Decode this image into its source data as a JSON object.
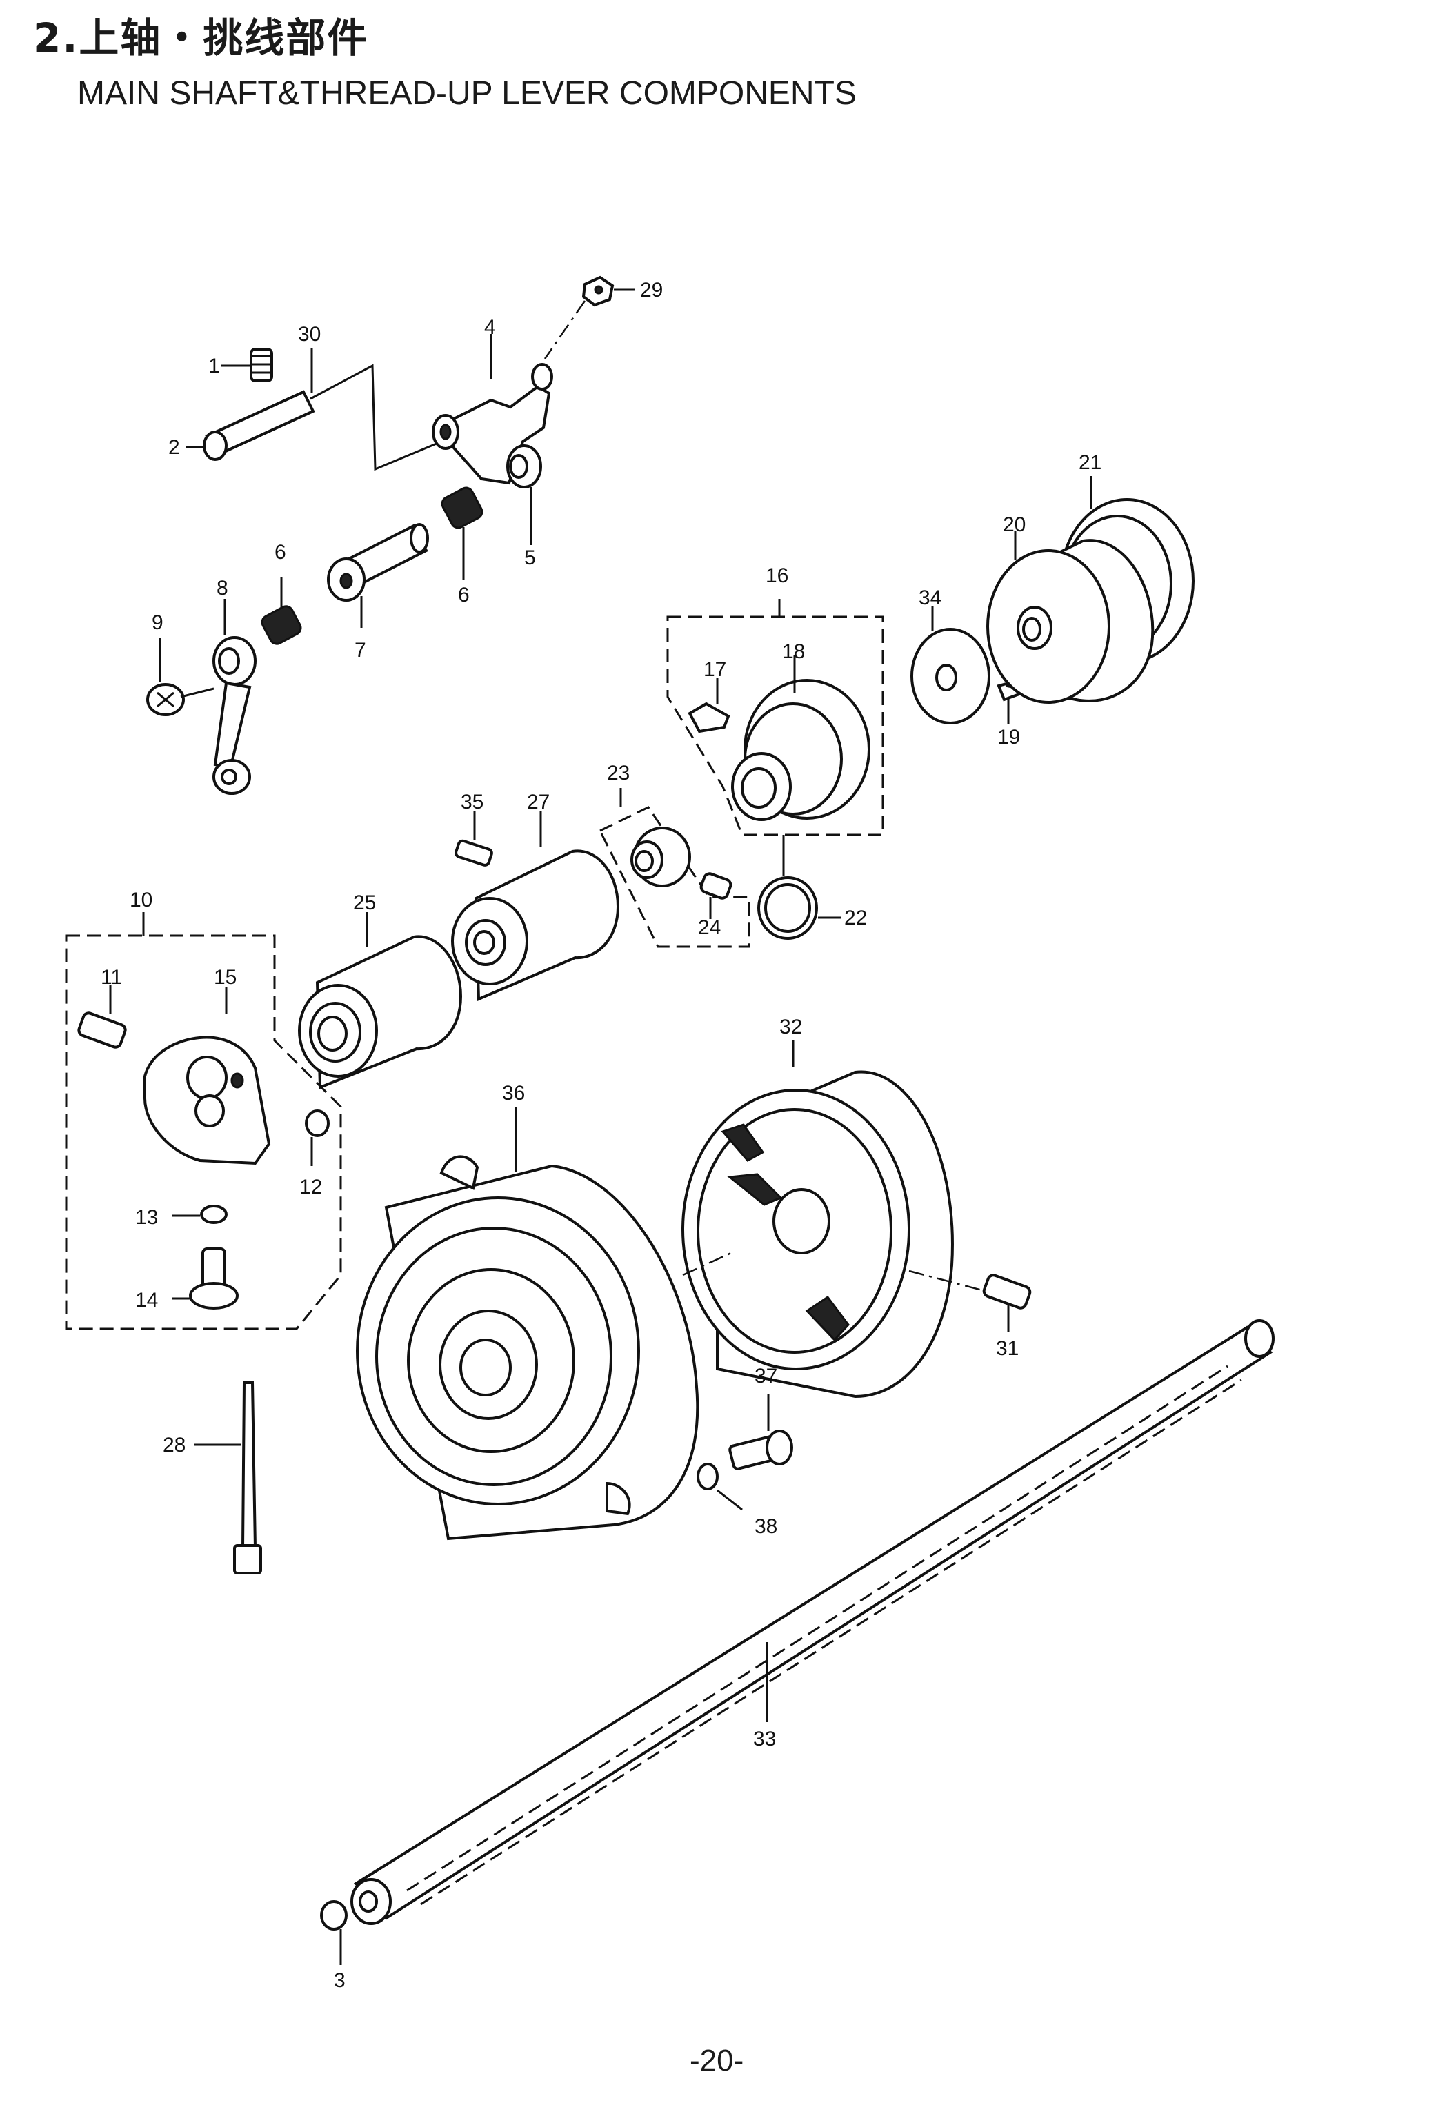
{
  "header": {
    "title_cn": "2.上轴・挑线部件",
    "title_en": "MAIN SHAFT&THREAD-UP LEVER COMPONENTS"
  },
  "callouts": [
    "1",
    "2",
    "3",
    "4",
    "5",
    "6",
    "6",
    "7",
    "8",
    "9",
    "10",
    "11",
    "12",
    "13",
    "14",
    "15",
    "16",
    "17",
    "18",
    "19",
    "20",
    "21",
    "22",
    "23",
    "24",
    "25",
    "27",
    "28",
    "29",
    "30",
    "31",
    "32",
    "33",
    "34",
    "35",
    "36",
    "37",
    "38"
  ],
  "page_number": "-20-"
}
